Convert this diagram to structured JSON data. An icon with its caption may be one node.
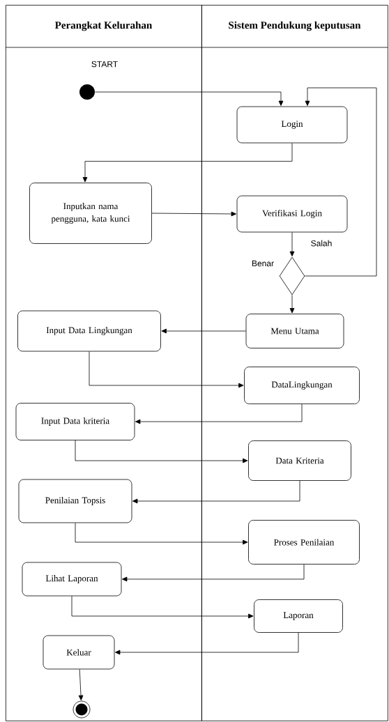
{
  "diagram": {
    "nodes": [
      {
        "text": [
          "Perangkat Kelurahan"
        ]
      },
      {
        "text": [
          "Sistem Pendukung keputusan"
        ]
      },
      {
        "text": [],
        "shape": "circle",
        "in": 0,
        "beside": [
          "START"
        ]
      },
      {
        "text": [
          "Login"
        ],
        "in": 1
      },
      {
        "text": [
          "Inputkan nama pengguna, kata kunci"
        ],
        "in": 0
      },
      {
        "text": [
          "Verifikasi Login"
        ],
        "in": 1
      },
      {
        "text": [],
        "shape": "diamond",
        "in": 1
      },
      {
        "text": [
          "Input Data Lingkungan"
        ],
        "in": 0
      },
      {
        "text": [
          "Menu Utama"
        ],
        "in": 1
      },
      {
        "text": [
          "DataLingkungan"
        ],
        "in": 1
      },
      {
        "text": [
          "Input Data kriteria"
        ],
        "in": 0
      },
      {
        "text": [
          "Data Kriteria"
        ],
        "in": 1
      },
      {
        "text": [
          "Penilaian Topsis"
        ],
        "in": 0
      },
      {
        "text": [
          "Proses Penilaian"
        ],
        "in": 1
      },
      {
        "text": [
          "Lihat Laporan"
        ],
        "in": 0
      },
      {
        "text": [
          "Laporan"
        ],
        "in": 1
      },
      {
        "text": [
          "Keluar"
        ],
        "in": 0
      },
      {
        "text": [],
        "shape": "circle",
        "in": 0
      }
    ],
    "edges": [
      {
        "from": 2,
        "to": 3,
        "arrow": "to"
      },
      {
        "from": 3,
        "to": 4,
        "arrow": "to"
      },
      {
        "from": 4,
        "to": 5,
        "arrow": "to"
      },
      {
        "from": 5,
        "to": 6,
        "arrow": "to"
      },
      {
        "from": 6,
        "to": 3,
        "arrow": "to",
        "label": "Salah"
      },
      {
        "from": 6,
        "to": 8,
        "arrow": "to",
        "label": "Benar"
      },
      {
        "from": 8,
        "to": 7,
        "arrow": "to"
      },
      {
        "from": 7,
        "to": 9,
        "arrow": "to"
      },
      {
        "from": 9,
        "to": 10,
        "arrow": "to"
      },
      {
        "from": 10,
        "to": 11,
        "arrow": "to"
      },
      {
        "from": 11,
        "to": 12,
        "arrow": "to"
      },
      {
        "from": 12,
        "to": 13,
        "arrow": "to"
      },
      {
        "from": 13,
        "to": 14,
        "arrow": "to"
      },
      {
        "from": 14,
        "to": 15,
        "arrow": "to"
      },
      {
        "from": 15,
        "to": 16,
        "arrow": "to"
      },
      {
        "from": 16,
        "to": 17,
        "arrow": "to"
      }
    ]
  }
}
